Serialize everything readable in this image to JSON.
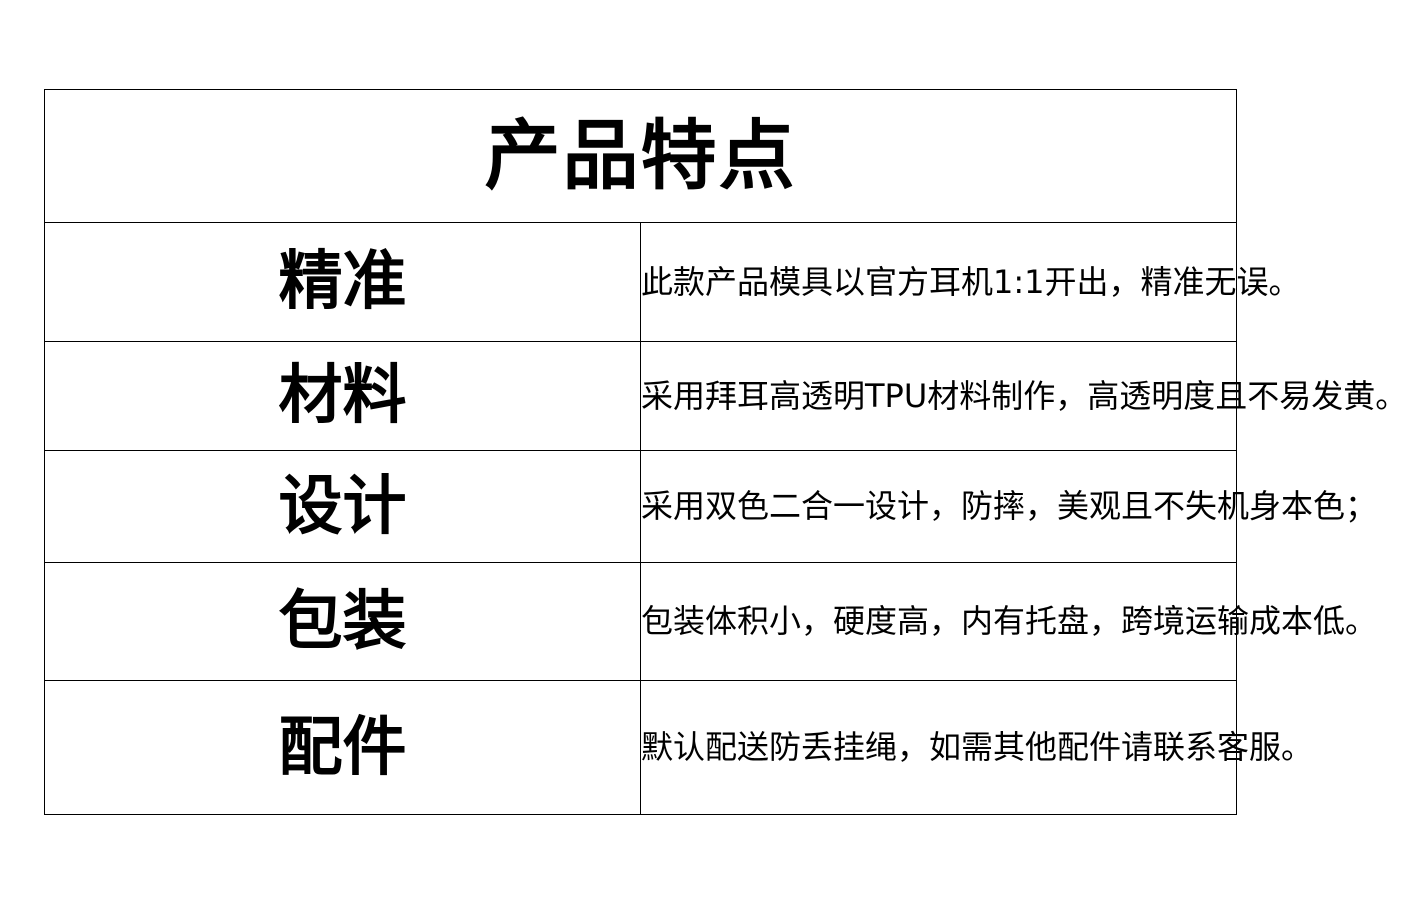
{
  "title": "产品特点",
  "features": [
    {
      "label": "精准",
      "text": "此款产品模具以官方耳机1:1开出，精准无误。"
    },
    {
      "label": "材料",
      "text": "采用拜耳高透明TPU材料制作，高透明度且不易发黄。"
    },
    {
      "label": "设计",
      "text": "采用双色二合一设计，防摔，美观且不失机身本色；"
    },
    {
      "label": "包装",
      "text": "包装体积小，硬度高，内有托盘，跨境运输成本低。"
    },
    {
      "label": "配件",
      "text": "默认配送防丢挂绳，如需其他配件请联系客服。"
    }
  ]
}
